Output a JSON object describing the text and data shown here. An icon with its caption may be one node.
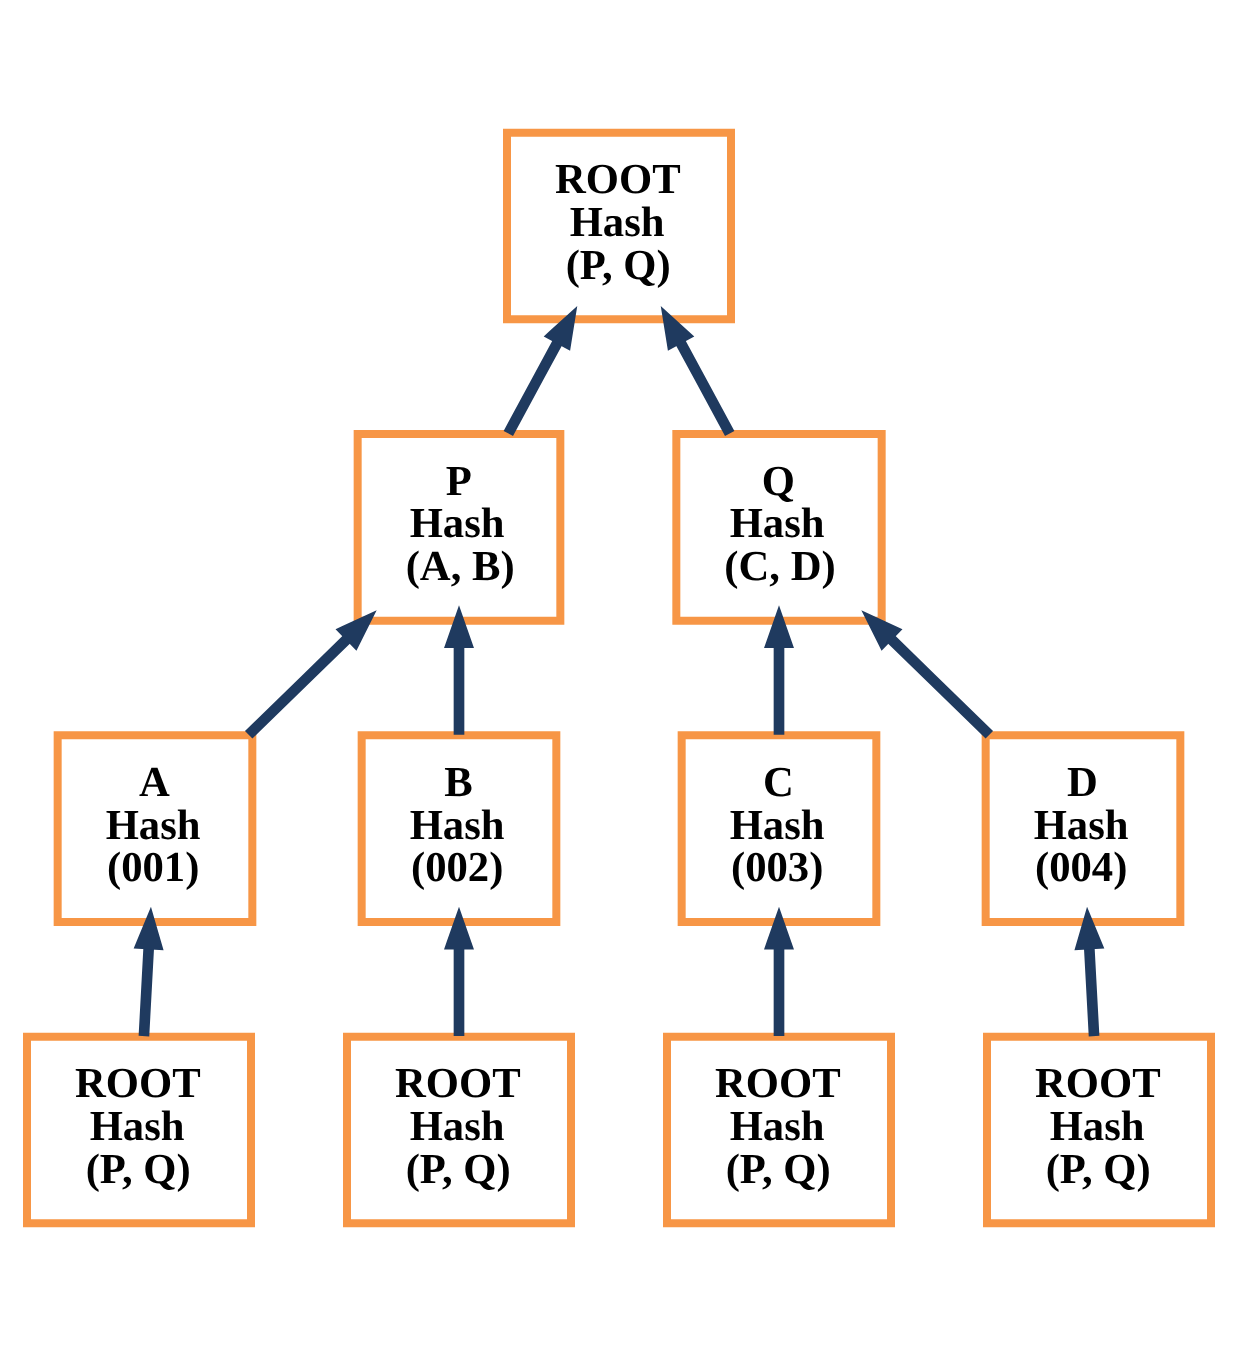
{
  "diagram": {
    "nodes": [
      {
        "text": [
          "ROOT",
          "Hash",
          "(P, Q)"
        ]
      },
      {
        "text": [
          "P",
          "Hash",
          "(A, B)"
        ]
      },
      {
        "text": [
          "Q",
          "Hash",
          "(C, D)"
        ]
      },
      {
        "text": [
          "A",
          "Hash",
          "(001)"
        ]
      },
      {
        "text": [
          "B",
          "Hash",
          "(002)"
        ]
      },
      {
        "text": [
          "C",
          "Hash",
          "(003)"
        ]
      },
      {
        "text": [
          "D",
          "Hash",
          "(004)"
        ]
      },
      {
        "text": [
          "ROOT",
          "Hash",
          "(P, Q)"
        ]
      },
      {
        "text": [
          "ROOT",
          "Hash",
          "(P, Q)"
        ]
      },
      {
        "text": [
          "ROOT",
          "Hash",
          "(P, Q)"
        ]
      },
      {
        "text": [
          "ROOT",
          "Hash",
          "(P, Q)"
        ]
      }
    ],
    "edges": [
      {
        "from": 1,
        "to": 0,
        "arrow": "to"
      },
      {
        "from": 2,
        "to": 0,
        "arrow": "to"
      },
      {
        "from": 3,
        "to": 1,
        "arrow": "to"
      },
      {
        "from": 4,
        "to": 1,
        "arrow": "to"
      },
      {
        "from": 5,
        "to": 2,
        "arrow": "to"
      },
      {
        "from": 6,
        "to": 2,
        "arrow": "to"
      },
      {
        "from": 7,
        "to": 3,
        "arrow": "to"
      },
      {
        "from": 8,
        "to": 4,
        "arrow": "to"
      },
      {
        "from": 9,
        "to": 5,
        "arrow": "to"
      },
      {
        "from": 10,
        "to": 6,
        "arrow": "to"
      }
    ]
  }
}
